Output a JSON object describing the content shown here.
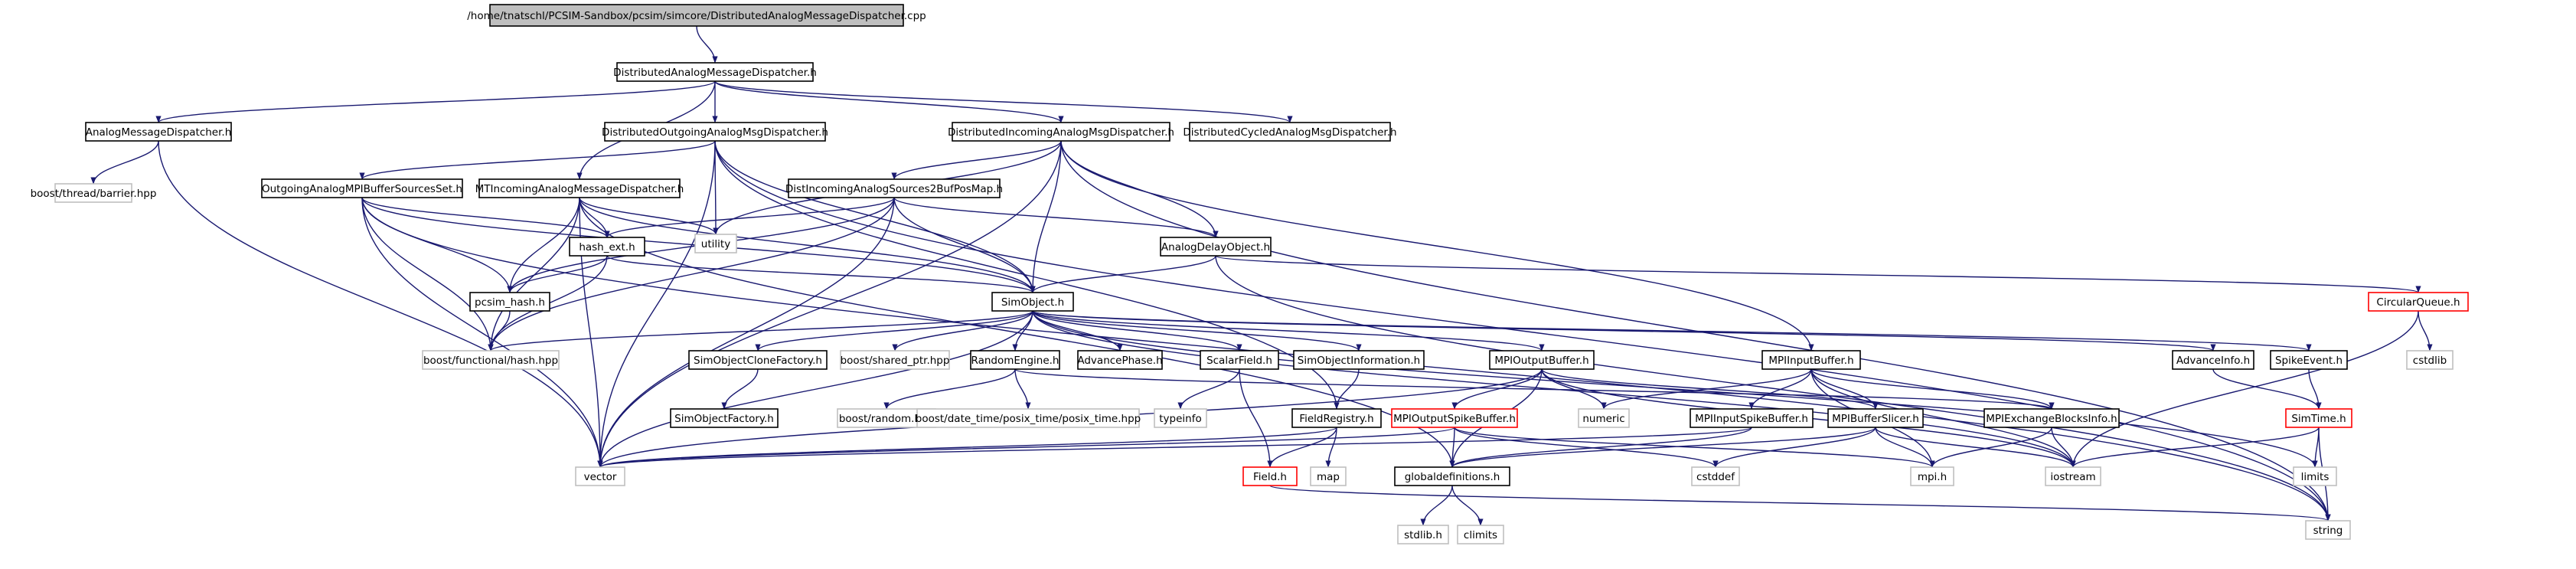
{
  "colors": {
    "edge": "#191970",
    "box_default": "#000000",
    "box_gray": "#bfbfbf",
    "box_red": "#ff0000",
    "root_fill": "#bfbfbf",
    "text": "#000000"
  },
  "nodes": [
    {
      "id": "root",
      "label": "/home/tnatschl/PCSIM-Sandbox/pcsim/simcore/DistributedAnalogMessageDispatcher.cpp",
      "style": "root"
    },
    {
      "id": "damd",
      "label": "DistributedAnalogMessageDispatcher.h",
      "style": "black"
    },
    {
      "id": "amd",
      "label": "AnalogMessageDispatcher.h",
      "style": "black"
    },
    {
      "id": "doamd",
      "label": "DistributedOutgoingAnalogMsgDispatcher.h",
      "style": "black"
    },
    {
      "id": "diamd",
      "label": "DistributedIncomingAnalogMsgDispatcher.h",
      "style": "black"
    },
    {
      "id": "dcamd",
      "label": "DistributedCycledAnalogMsgDispatcher.h",
      "style": "black"
    },
    {
      "id": "barrier",
      "label": "boost/thread/barrier.hpp",
      "style": "gray"
    },
    {
      "id": "oamss",
      "label": "OutgoingAnalogMPIBufferSourcesSet.h",
      "style": "black"
    },
    {
      "id": "mtiamd",
      "label": "MTIncomingAnalogMessageDispatcher.h",
      "style": "black"
    },
    {
      "id": "dias2bpm",
      "label": "DistIncomingAnalogSources2BufPosMap.h",
      "style": "black"
    },
    {
      "id": "utility",
      "label": "utility",
      "style": "gray"
    },
    {
      "id": "hashext",
      "label": "hash_ext.h",
      "style": "black"
    },
    {
      "id": "ado",
      "label": "AnalogDelayObject.h",
      "style": "black"
    },
    {
      "id": "pcsimhash",
      "label": "pcsim_hash.h",
      "style": "black"
    },
    {
      "id": "simobject",
      "label": "SimObject.h",
      "style": "black"
    },
    {
      "id": "circq",
      "label": "CircularQueue.h",
      "style": "red"
    },
    {
      "id": "boosthash",
      "label": "boost/functional/hash.hpp",
      "style": "gray"
    },
    {
      "id": "socf",
      "label": "SimObjectCloneFactory.h",
      "style": "black"
    },
    {
      "id": "sharedptr",
      "label": "boost/shared_ptr.hpp",
      "style": "gray"
    },
    {
      "id": "reng",
      "label": "RandomEngine.h",
      "style": "black"
    },
    {
      "id": "advphase",
      "label": "AdvancePhase.h",
      "style": "black"
    },
    {
      "id": "scalarfield",
      "label": "ScalarField.h",
      "style": "black"
    },
    {
      "id": "soinfo",
      "label": "SimObjectInformation.h",
      "style": "black"
    },
    {
      "id": "mpiob",
      "label": "MPIOutputBuffer.h",
      "style": "black"
    },
    {
      "id": "mpiib",
      "label": "MPIInputBuffer.h",
      "style": "black"
    },
    {
      "id": "advinfo",
      "label": "AdvanceInfo.h",
      "style": "black"
    },
    {
      "id": "spikeev",
      "label": "SpikeEvent.h",
      "style": "black"
    },
    {
      "id": "cstdlib",
      "label": "cstdlib",
      "style": "gray"
    },
    {
      "id": "sofact",
      "label": "SimObjectFactory.h",
      "style": "black"
    },
    {
      "id": "brandom",
      "label": "boost/random.hpp",
      "style": "gray"
    },
    {
      "id": "posix",
      "label": "boost/date_time/posix_time/posix_time.hpp",
      "style": "gray"
    },
    {
      "id": "typeinfo",
      "label": "typeinfo",
      "style": "gray"
    },
    {
      "id": "fieldreg",
      "label": "FieldRegistry.h",
      "style": "black"
    },
    {
      "id": "mpiosb",
      "label": "MPIOutputSpikeBuffer.h",
      "style": "red"
    },
    {
      "id": "numeric",
      "label": "numeric",
      "style": "gray"
    },
    {
      "id": "mpiisb",
      "label": "MPIInputSpikeBuffer.h",
      "style": "black"
    },
    {
      "id": "mpibs",
      "label": "MPIBufferSlicer.h",
      "style": "black"
    },
    {
      "id": "mpiebi",
      "label": "MPIExchangeBlocksInfo.h",
      "style": "black"
    },
    {
      "id": "simtime",
      "label": "SimTime.h",
      "style": "red"
    },
    {
      "id": "vector",
      "label": "vector",
      "style": "gray"
    },
    {
      "id": "field",
      "label": "Field.h",
      "style": "red"
    },
    {
      "id": "map",
      "label": "map",
      "style": "gray"
    },
    {
      "id": "globaldefs",
      "label": "globaldefinitions.h",
      "style": "black"
    },
    {
      "id": "cstddef",
      "label": "cstddef",
      "style": "gray"
    },
    {
      "id": "mpih",
      "label": "mpi.h",
      "style": "gray"
    },
    {
      "id": "iostream",
      "label": "iostream",
      "style": "gray"
    },
    {
      "id": "limits",
      "label": "limits",
      "style": "gray"
    },
    {
      "id": "stdlib",
      "label": "stdlib.h",
      "style": "gray"
    },
    {
      "id": "climits",
      "label": "climits",
      "style": "gray"
    },
    {
      "id": "string",
      "label": "string",
      "style": "gray"
    }
  ]
}
